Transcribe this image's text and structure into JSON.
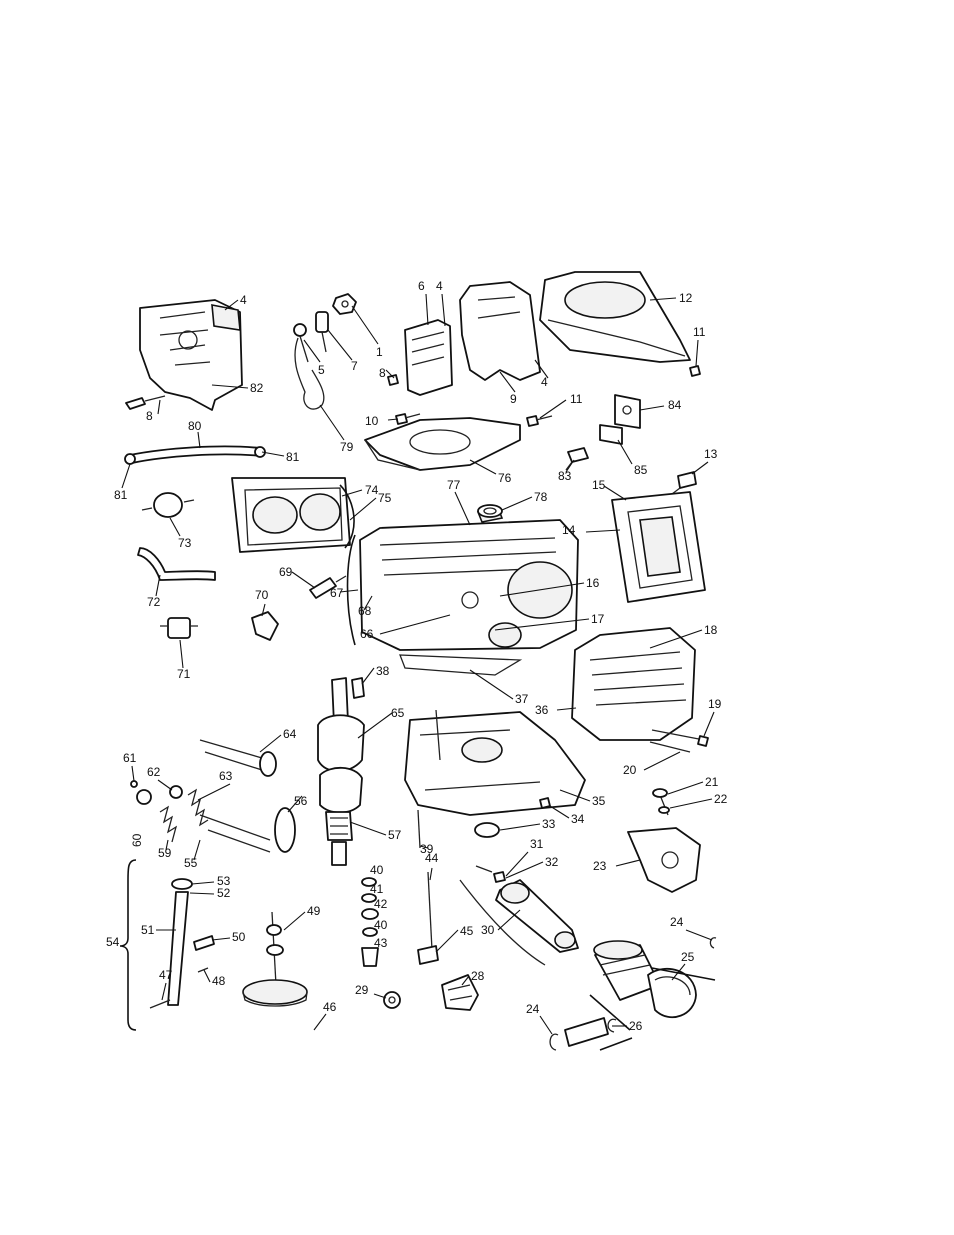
{
  "labels": [
    {
      "id": "1",
      "text": "1"
    },
    {
      "id": "4a",
      "text": "4"
    },
    {
      "id": "4b",
      "text": "4"
    },
    {
      "id": "4c",
      "text": "4"
    },
    {
      "id": "5",
      "text": "5"
    },
    {
      "id": "6",
      "text": "6"
    },
    {
      "id": "7",
      "text": "7"
    },
    {
      "id": "8a",
      "text": "8"
    },
    {
      "id": "8b",
      "text": "8"
    },
    {
      "id": "9",
      "text": "9"
    },
    {
      "id": "10",
      "text": "10"
    },
    {
      "id": "11a",
      "text": "11"
    },
    {
      "id": "11b",
      "text": "11"
    },
    {
      "id": "12",
      "text": "12"
    },
    {
      "id": "13",
      "text": "13"
    },
    {
      "id": "14",
      "text": "14"
    },
    {
      "id": "15",
      "text": "15"
    },
    {
      "id": "16",
      "text": "16"
    },
    {
      "id": "17",
      "text": "17"
    },
    {
      "id": "18",
      "text": "18"
    },
    {
      "id": "19",
      "text": "19"
    },
    {
      "id": "20",
      "text": "20"
    },
    {
      "id": "21",
      "text": "21"
    },
    {
      "id": "22",
      "text": "22"
    },
    {
      "id": "23",
      "text": "23"
    },
    {
      "id": "24a",
      "text": "24"
    },
    {
      "id": "24b",
      "text": "24"
    },
    {
      "id": "25",
      "text": "25"
    },
    {
      "id": "26",
      "text": "26"
    },
    {
      "id": "28",
      "text": "28"
    },
    {
      "id": "29",
      "text": "29"
    },
    {
      "id": "30",
      "text": "30"
    },
    {
      "id": "31",
      "text": "31"
    },
    {
      "id": "32",
      "text": "32"
    },
    {
      "id": "33",
      "text": "33"
    },
    {
      "id": "34",
      "text": "34"
    },
    {
      "id": "35",
      "text": "35"
    },
    {
      "id": "36",
      "text": "36"
    },
    {
      "id": "37",
      "text": "37"
    },
    {
      "id": "38",
      "text": "38"
    },
    {
      "id": "39",
      "text": "39"
    },
    {
      "id": "40a",
      "text": "40"
    },
    {
      "id": "40b",
      "text": "40"
    },
    {
      "id": "41",
      "text": "41"
    },
    {
      "id": "42",
      "text": "42"
    },
    {
      "id": "43",
      "text": "43"
    },
    {
      "id": "44",
      "text": "44"
    },
    {
      "id": "45",
      "text": "45"
    },
    {
      "id": "46",
      "text": "46"
    },
    {
      "id": "47",
      "text": "47"
    },
    {
      "id": "48",
      "text": "48"
    },
    {
      "id": "49",
      "text": "49"
    },
    {
      "id": "50",
      "text": "50"
    },
    {
      "id": "51",
      "text": "51"
    },
    {
      "id": "52",
      "text": "52"
    },
    {
      "id": "53",
      "text": "53"
    },
    {
      "id": "54",
      "text": "54"
    },
    {
      "id": "55",
      "text": "55"
    },
    {
      "id": "56",
      "text": "56"
    },
    {
      "id": "57",
      "text": "57"
    },
    {
      "id": "59",
      "text": "59"
    },
    {
      "id": "60",
      "text": "60"
    },
    {
      "id": "61",
      "text": "61"
    },
    {
      "id": "62",
      "text": "62"
    },
    {
      "id": "63",
      "text": "63"
    },
    {
      "id": "64",
      "text": "64"
    },
    {
      "id": "65",
      "text": "65"
    },
    {
      "id": "66",
      "text": "66"
    },
    {
      "id": "67",
      "text": "67"
    },
    {
      "id": "68",
      "text": "68"
    },
    {
      "id": "69",
      "text": "69"
    },
    {
      "id": "70",
      "text": "70"
    },
    {
      "id": "71",
      "text": "71"
    },
    {
      "id": "72",
      "text": "72"
    },
    {
      "id": "73",
      "text": "73"
    },
    {
      "id": "74",
      "text": "74"
    },
    {
      "id": "75",
      "text": "75"
    },
    {
      "id": "76",
      "text": "76"
    },
    {
      "id": "77",
      "text": "77"
    },
    {
      "id": "78",
      "text": "78"
    },
    {
      "id": "79",
      "text": "79"
    },
    {
      "id": "80",
      "text": "80"
    },
    {
      "id": "81a",
      "text": "81"
    },
    {
      "id": "81b",
      "text": "81"
    },
    {
      "id": "82",
      "text": "82"
    },
    {
      "id": "83",
      "text": "83"
    },
    {
      "id": "84",
      "text": "84"
    },
    {
      "id": "85",
      "text": "85"
    }
  ],
  "style": {
    "line_color": "#111111",
    "background": "#ffffff"
  }
}
